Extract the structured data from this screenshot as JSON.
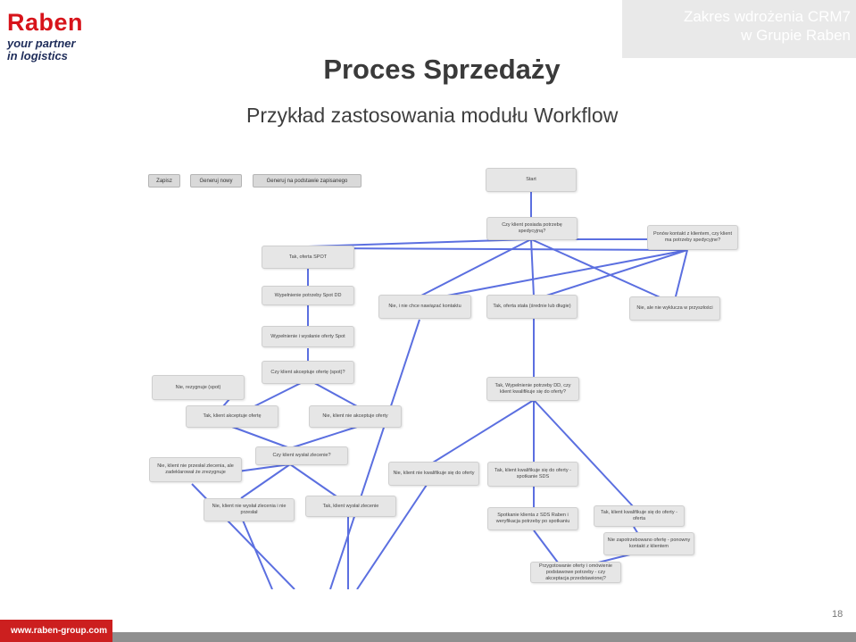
{
  "logo": {
    "word": "Raben",
    "tagline_1": "your partner",
    "tagline_2": "in logistics"
  },
  "scope": {
    "line1": "Zakres wdrożenia CRM7",
    "line2": "w Grupie Raben"
  },
  "title": "Proces Sprzedaży",
  "subtitle": "Przykład zastosowania modułu Workflow",
  "toolbar": {
    "save": "Zapisz",
    "generate_new": "Generuj nowy",
    "generate_from_saved": "Generuj na podstawie zapisanego"
  },
  "nodes": {
    "start": "Start",
    "q_need": "Czy klient posiada potrzebę spedycyjną?",
    "resume_contact": "Ponów kontakt z klientem, czy klient ma potrzeby spedycyjne?",
    "yes_spot": "Tak, oferta SPOT",
    "no_contact": "Nie, i nie chce nawiązać kontaktu",
    "yes_longterm": "Tak, oferta stała (średnie lub długie)",
    "no_not_interested": "Nie, ale nie wyklucza w przyszłości",
    "fill_spot": "Wypełnienie potrzeby Spot DD",
    "prepare_spot": "Wypełnienie i wysłanie oferty Spot",
    "q_accept_spot": "Czy klient akceptuje ofertę (spot)?",
    "no_reject_spot": "Nie, rezygnuje (spot)",
    "yes_accept": "Tak, klient akceptuje ofertę",
    "no_not_accept": "Nie, klient nie akceptuje oferty",
    "fill_dd": "Tak, Wypełnienie potrzeby DD, czy klient kwalifikuje się do oferty?",
    "q_order": "Czy klient wysłał zlecenie?",
    "no_order_lost": "Nie, klient nie przesłał zlecenia, ale zadeklarował że zrezygnuje",
    "no_qualify": "Nie, klient nie kwalifikuje się do oferty",
    "yes_qualify_sds": "Tak, klient kwalifikuje się do oferty - spotkanie SDS",
    "yes_qualify_offer": "Tak, klient kwalifikuje się do oferty - oferta",
    "no_order_none": "Nie, klient nie wysłał zlecenia i nie przesłał",
    "yes_order": "Tak, klient wysłał zlecenie",
    "meeting_sds": "Spotkanie klienta z SDS Raben i weryfikacja potrzeby po spotkaniu",
    "no_reply": "Nie zapotrzebowano ofertę - ponowny kontakt z klientem",
    "prepare_offer": "Przygotowanie oferty i omówienie podstawowe potrzeby - czy akceptacja przedstawionej?"
  },
  "footer": {
    "url": "www.raben-group.com",
    "page": "18"
  },
  "colors": {
    "brand_red": "#d7141b",
    "connector": "#5b6fe0",
    "node_fill": "#e6e6e6"
  }
}
